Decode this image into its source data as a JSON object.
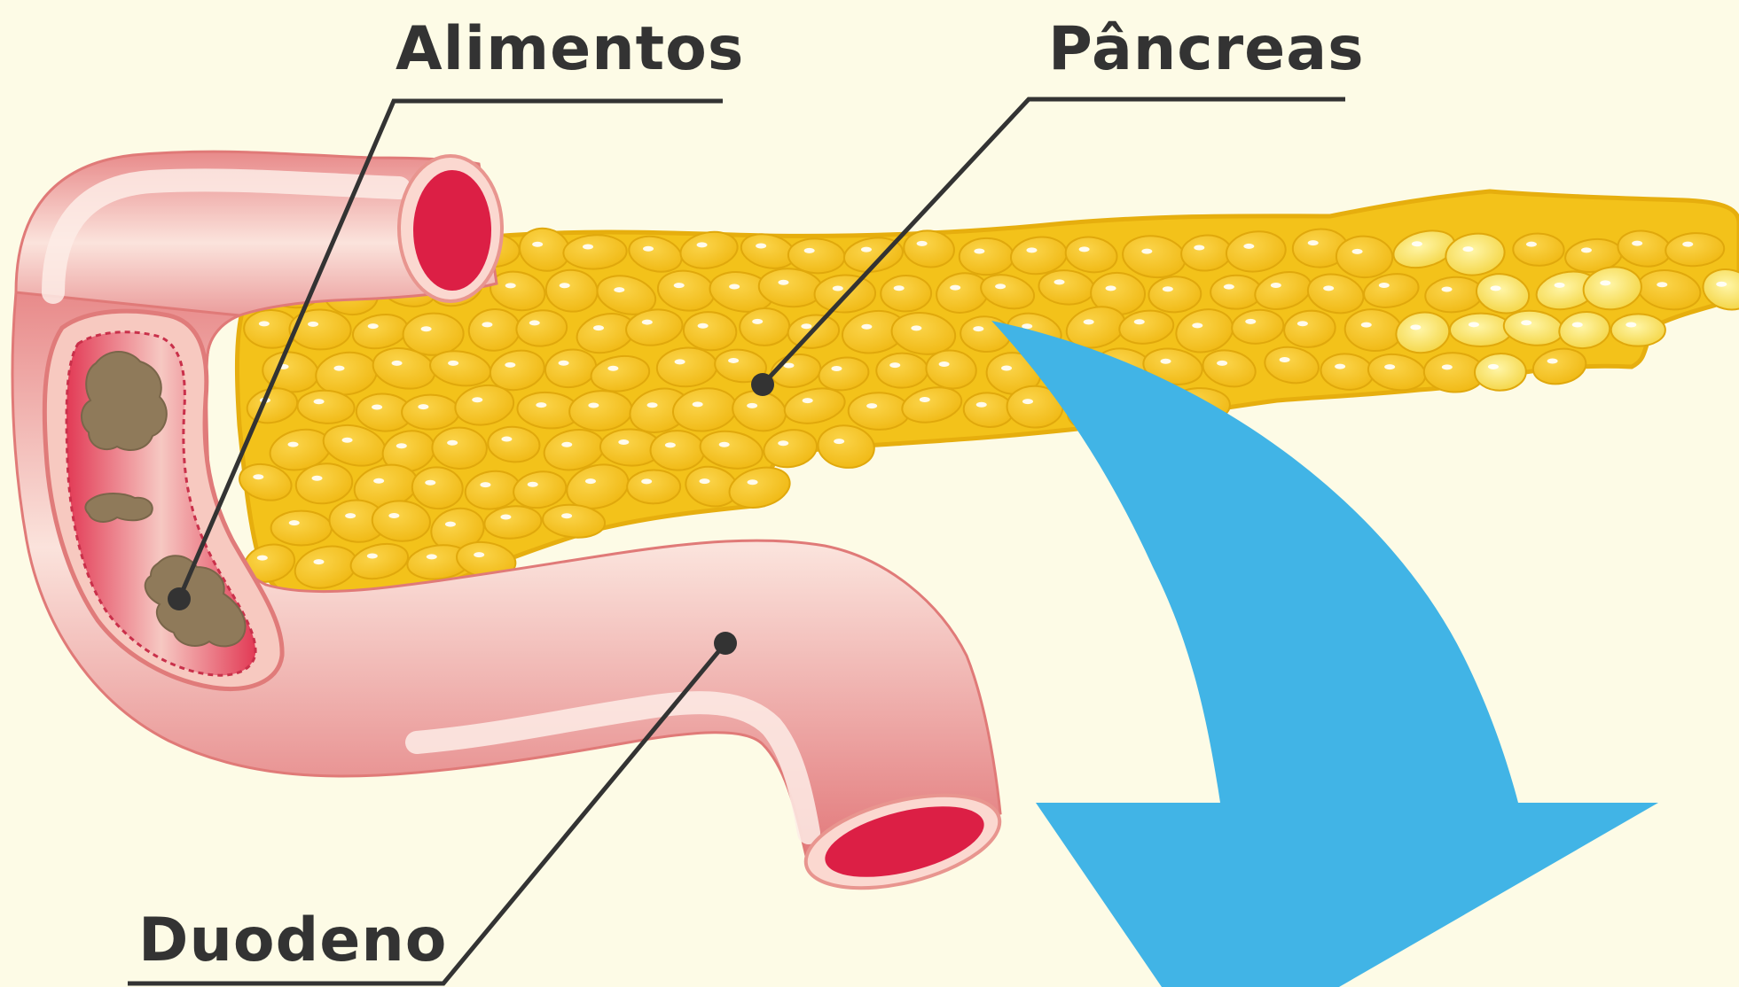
{
  "labels": {
    "food": "Alimentos",
    "pancreas": "Pâncreas",
    "duodenum": "Duodeno"
  },
  "colors": {
    "background": "#fdfbe6",
    "pancreas_fill": "#f3c21a",
    "pancreas_lobule": "#f6cb24",
    "pancreas_outline": "#e2a90e",
    "intestine_outer": "#e88b8b",
    "intestine_inner": "#f8d4cc",
    "lumen": "#dc1f45",
    "food_matter": "#8f7a5a",
    "arrow": "#41b4e6",
    "label_text": "#333333",
    "leader_line": "#333333"
  },
  "icons": {
    "arrow": "blue-down-arrow-icon",
    "pointer": "leader-dot-icon"
  }
}
